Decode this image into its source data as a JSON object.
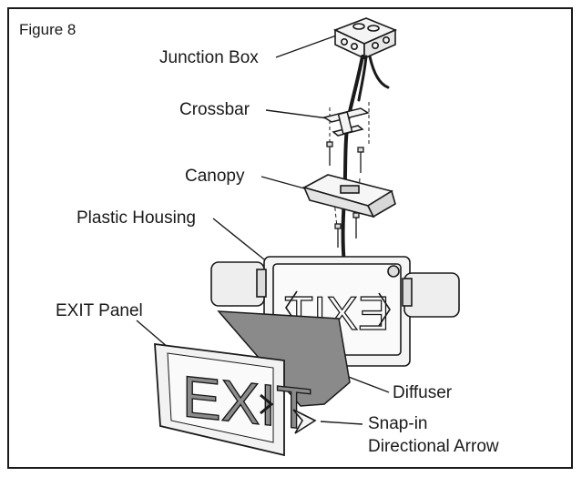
{
  "figure_label": "Figure 8",
  "labels": {
    "junction_box": "Junction Box",
    "crossbar": "Crossbar",
    "canopy": "Canopy",
    "plastic_housing": "Plastic Housing",
    "exit_panel": "EXIT Panel",
    "diffuser": "Diffuser",
    "snap_in_line1": "Snap-in",
    "snap_in_line2": "Directional Arrow"
  },
  "panel_text": "EXIT",
  "housing_text": "EXIT",
  "colors": {
    "line": "#1a1a1a",
    "panel_fill": "#f2f2f2",
    "diffuser_fill": "#8a8a8a",
    "letter_fill": "#8c8c8c",
    "housing_fill": "#f4f4f4",
    "lamp_fill": "#eeeeee"
  }
}
